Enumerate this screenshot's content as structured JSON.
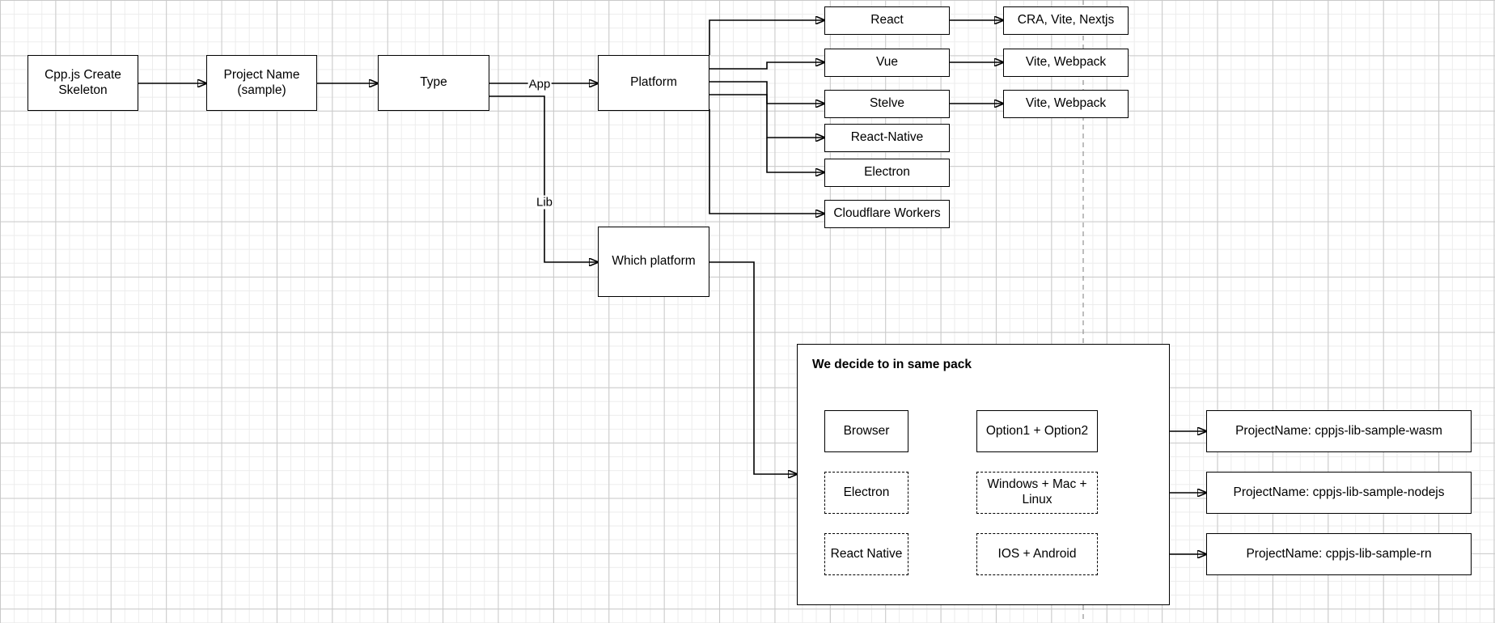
{
  "nodes": {
    "create_skeleton": "Cpp.js Create Skeleton",
    "project_name": "Project Name (sample)",
    "type": "Type",
    "platform": "Platform",
    "which_platform": "Which platform",
    "react": "React",
    "vue": "Vue",
    "stelve": "Stelve",
    "react_native": "React-Native",
    "electron": "Electron",
    "cloudflare_workers": "Cloudflare Workers",
    "react_tools": "CRA, Vite, Nextjs",
    "vue_tools": "Vite, Webpack",
    "stelve_tools": "Vite, Webpack"
  },
  "edge_labels": {
    "app": "App",
    "lib": "Lib"
  },
  "pack": {
    "title": "We decide to in same pack",
    "browser": "Browser",
    "electron": "Electron",
    "react_native": "React Native",
    "browser_targets": "Option1 + Option2",
    "electron_targets": "Windows + Mac + Linux",
    "rn_targets": "IOS + Android"
  },
  "outputs": {
    "wasm": "ProjectName: cppjs-lib-sample-wasm",
    "nodejs": "ProjectName: cppjs-lib-sample-nodejs",
    "rn": "ProjectName: cppjs-lib-sample-rn"
  },
  "colors": {
    "line": "#000000",
    "grid_major": "#c9c9c9",
    "grid_minor": "#ececec",
    "guide": "#9a9a9a"
  }
}
